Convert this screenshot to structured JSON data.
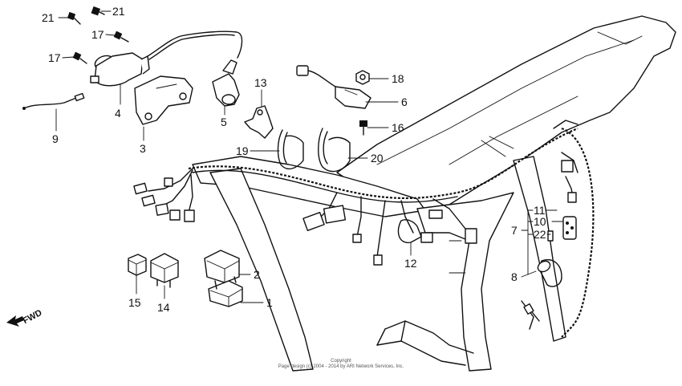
{
  "diagram": {
    "callouts": {
      "c1": "1",
      "c2": "2",
      "c3": "3",
      "c4": "4",
      "c5": "5",
      "c6": "6",
      "c7": "7",
      "c8": "8",
      "c9": "9",
      "c10": "10",
      "c11": "11",
      "c12": "12",
      "c13": "13",
      "c14": "14",
      "c15": "15",
      "c16": "16",
      "c17a": "17",
      "c17b": "17",
      "c18": "18",
      "c19": "19",
      "c20": "20",
      "c21a": "21",
      "c21b": "21",
      "c22": "22"
    },
    "direction_label": "FWD",
    "copyright_line1": "Copyright",
    "copyright_line2": "Page design (c) 2004 - 2014 by ARI Network Services, Inc."
  }
}
